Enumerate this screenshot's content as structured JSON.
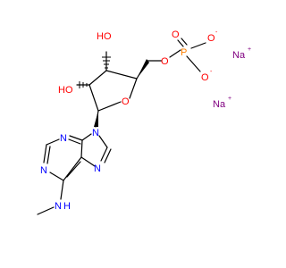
{
  "molecule": {
    "atoms": {
      "oh_top": "HO",
      "oh_left": "HO",
      "ring_o": "O",
      "p": "P",
      "p_dbl_o": "O",
      "p_o_top": "O",
      "p_o_bottom": "O",
      "ester_o": "O",
      "na_1": "Na",
      "na_2": "Na",
      "n9": "N",
      "n7": "N",
      "n3": "N",
      "n1": "N",
      "nh": "N",
      "nh_h": "H"
    },
    "charges": {
      "o_minus": "-",
      "na_plus": "+"
    },
    "colors": {
      "bond": "#000000",
      "oxygen": "#ff0000",
      "nitrogen": "#0000ff",
      "phosphorus": "#ff8000",
      "sodium": "#800080"
    }
  }
}
